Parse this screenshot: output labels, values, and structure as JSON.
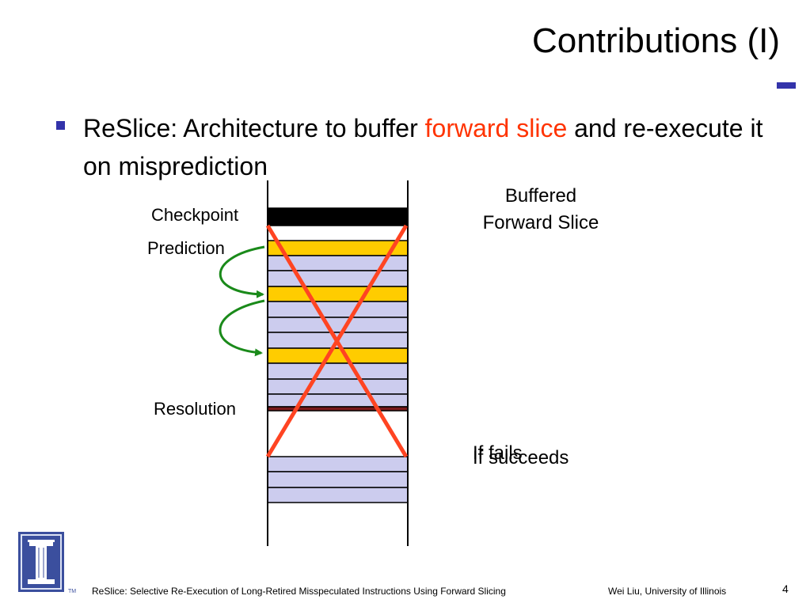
{
  "slide": {
    "title": "Contributions (I)",
    "bullet": {
      "text_before": "ReSlice: Architecture to buffer ",
      "highlight": "forward slice",
      "text_after": " and re-execute it on misprediction"
    }
  },
  "diagram": {
    "labels": {
      "checkpoint": "Checkpoint",
      "prediction": "Prediction",
      "resolution": "Resolution",
      "buffered": "Buffered Forward Slice",
      "if_fails": "If fails",
      "if_succeeds": "If succeeds"
    },
    "colors": {
      "checkpoint_bar": "#000000",
      "prediction_bar": "#ffcc00",
      "slice_bar": "#ccccee",
      "resolution_bar": "#7a1a1a",
      "cross": "#ff4422",
      "arrows": "#1a8a1a"
    }
  },
  "footer": {
    "title": "ReSlice: Selective Re-Execution of Long-Retired Misspeculated Instructions Using Forward Slicing",
    "author": "Wei Liu, University of Illinois",
    "page": "4",
    "trademark": "TM"
  },
  "colors": {
    "accent": "#3333aa",
    "highlight": "#ff3300"
  }
}
